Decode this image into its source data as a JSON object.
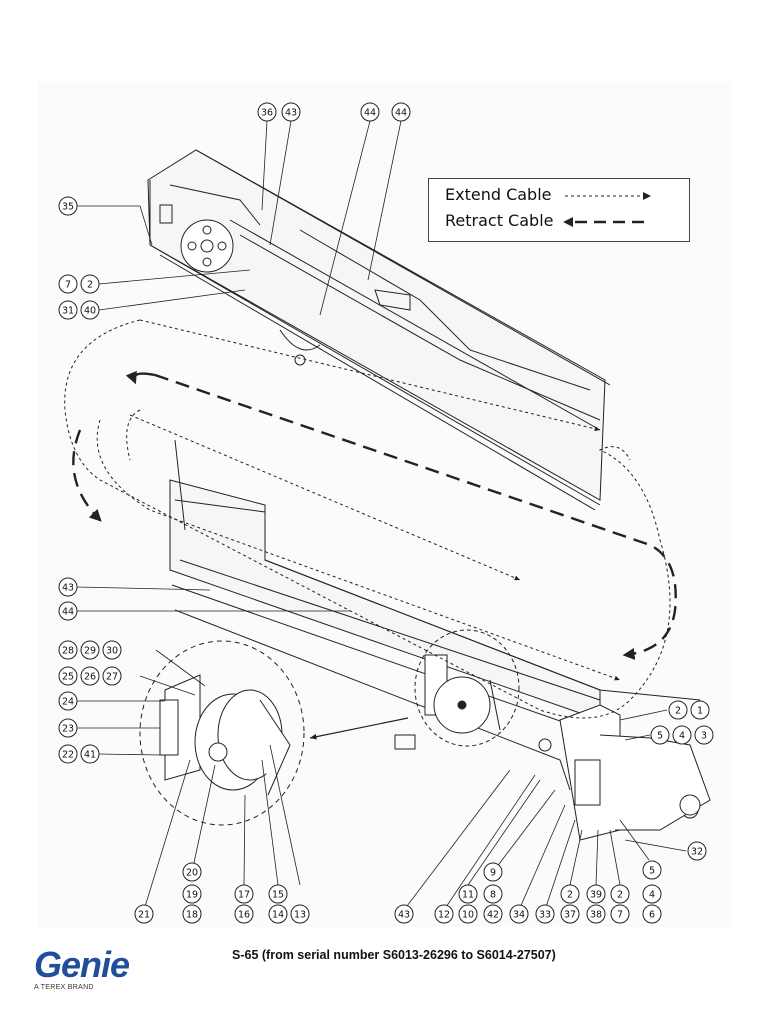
{
  "legend": {
    "extend_label": "Extend Cable",
    "retract_label": "Retract Cable"
  },
  "callouts": {
    "c36": "36",
    "c43a": "43",
    "c44a": "44",
    "c44b": "44",
    "c35": "35",
    "c7": "7",
    "c2a": "2",
    "c31": "31",
    "c40": "40",
    "c43b": "43",
    "c44c": "44",
    "c28": "28",
    "c29": "29",
    "c30": "30",
    "c25": "25",
    "c26": "26",
    "c27": "27",
    "c24": "24",
    "c23": "23",
    "c22": "22",
    "c41": "41",
    "c20": "20",
    "c19": "19",
    "c18": "18",
    "c21": "21",
    "c17": "17",
    "c16": "16",
    "c15": "15",
    "c14": "14",
    "c13": "13",
    "c43c": "43",
    "c12": "12",
    "c11": "11",
    "c10": "10",
    "c9": "9",
    "c8": "8",
    "c42": "42",
    "c34": "34",
    "c33": "33",
    "c2b": "2",
    "c37": "37",
    "c39": "39",
    "c38": "38",
    "c2c": "2",
    "c7b": "7",
    "c5a": "5",
    "c4a": "4",
    "c6": "6",
    "c32": "32",
    "c2d": "2",
    "c1": "1",
    "c5b": "5",
    "c4b": "4",
    "c3": "3"
  },
  "footer": {
    "caption": "S-65 (from serial number S6013-26296 to S6014-27507)",
    "logo_word": "Genie",
    "logo_tagline": "A TEREX BRAND"
  },
  "colors": {
    "line": "#222222",
    "logo_blue": "#1f4f9a"
  }
}
